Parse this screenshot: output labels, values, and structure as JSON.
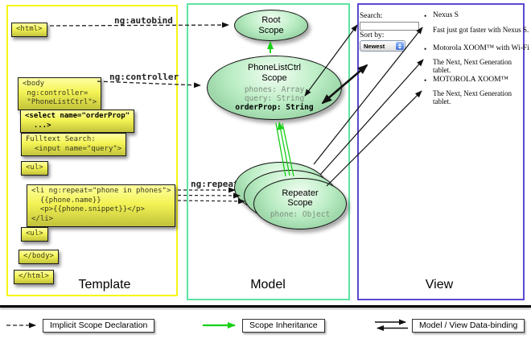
{
  "columns": {
    "template_label": "Template",
    "model_label": "Model",
    "view_label": "View"
  },
  "annotations": {
    "ng_autobind": "ng:autobind",
    "ng_controller": "ng:controller",
    "ng_repeat": "ng:repeat"
  },
  "template": {
    "boxes": [
      {
        "text": "<html>"
      },
      {
        "text": "<body\n ng:controller=\n \"PhoneListCtrl\">"
      },
      {
        "text": "<select name=\"orderProp\"\n  ...>"
      },
      {
        "text": "Fulltext Search:\n  <input name=\"query\">"
      },
      {
        "text": "<ul>"
      },
      {
        "text": "<li ng:repeat=\"phone in phones\">\n  {{phone.name}}\n  <p>{{phone.snippet}}</p>\n</li>"
      },
      {
        "text": "<ul>"
      },
      {
        "text": "</body>"
      },
      {
        "text": "</html>"
      }
    ]
  },
  "model": {
    "root_scope": {
      "title": "Root\nScope"
    },
    "phonelist_scope": {
      "title": "PhoneListCtrl\nScope",
      "prop1": "phones: Array",
      "prop2": "query: String",
      "prop3": "orderProp: String"
    },
    "repeater_scope": {
      "title": "Repeater\nScope",
      "prop": "phone: Object"
    }
  },
  "view": {
    "search_label": "Search:",
    "search_value": "",
    "sort_label": "Sort by:",
    "sort_value": "Newest",
    "items": [
      {
        "title": "Nexus S",
        "desc": "Fast just got faster with Nexus S."
      },
      {
        "title": "Motorola XOOM™  with Wi-Fi",
        "desc": "The Next, Next Generation tablet."
      },
      {
        "title": "MOTOROLA XOOM™",
        "desc": "The Next, Next Generation tablet."
      }
    ]
  },
  "legend": {
    "implicit": "Implicit Scope Declaration",
    "inheritance": "Scope Inheritance",
    "binding": "Model / View Data-binding"
  },
  "colors": {
    "template_border": "#f6f614",
    "model_border": "#5fe3a1",
    "view_border": "#5a49d0",
    "inheritance_green": "#17cf17"
  }
}
